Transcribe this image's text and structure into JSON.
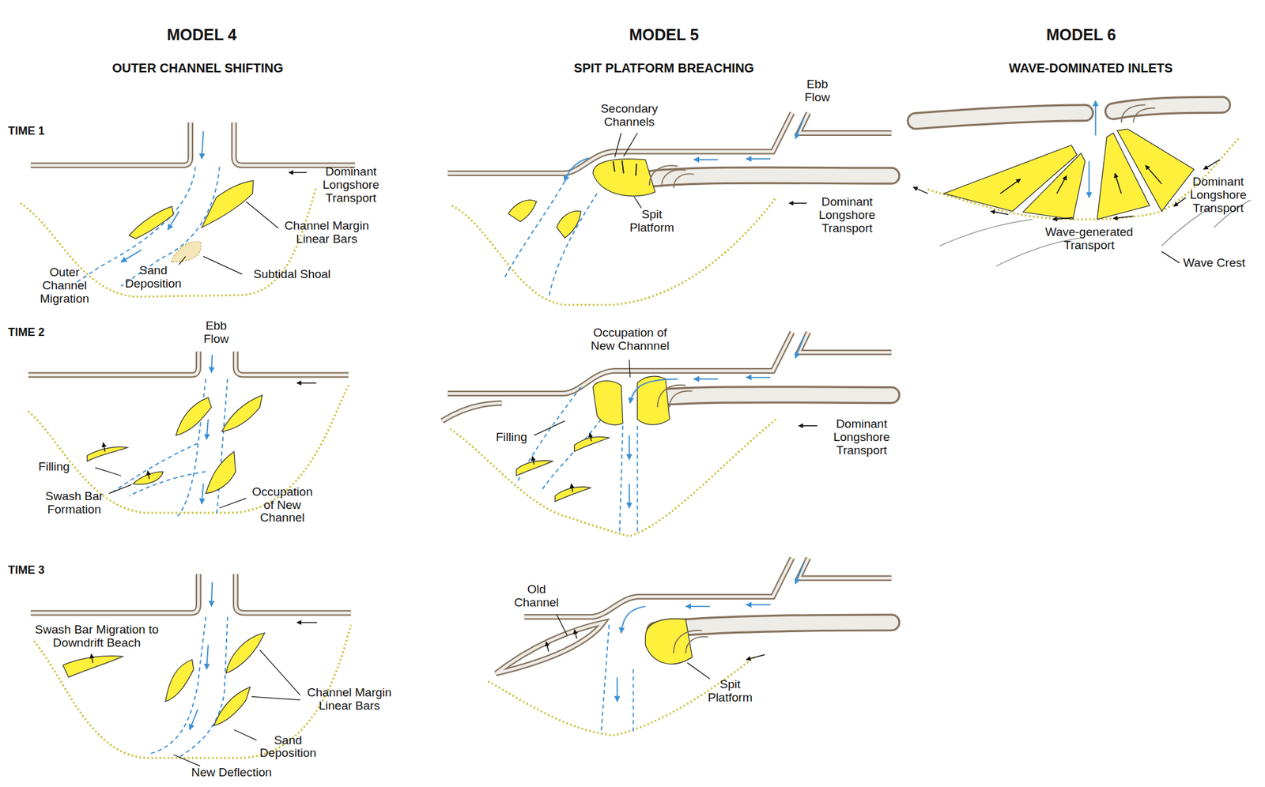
{
  "diagram": {
    "labels": [
      "MODEL 4",
      "OUTER CHANNEL SHIFTING",
      "TIME 1",
      "Dominant Longshore Transport",
      "Channel Margin Linear Bars",
      "Subtidal Shoal",
      "Sand Deposition",
      "Outer Channel Migration",
      "TIME 2",
      "Ebb Flow",
      "Filling",
      "Swash Bar Formation",
      "Occupation of New Channel",
      "TIME 3",
      "Swash Bar Migration to Downdrift Beach",
      "Channel Margin Linear Bars",
      "Sand Deposition",
      "New Deflection",
      "MODEL 5",
      "SPIT PLATFORM BREACHING",
      "Ebb Flow",
      "Secondary Channels",
      "Spit Platform",
      "Dominant Longshore Transport",
      "Occupation of New Channnel",
      "Filling",
      "Dominant Longshore Transport",
      "Old Channel",
      "Spit Platform",
      "MODEL 6",
      "WAVE-DOMINATED INLETS",
      "Dominant Longshore Transport",
      "Wave-generated Transport",
      "Wave Crest"
    ]
  }
}
